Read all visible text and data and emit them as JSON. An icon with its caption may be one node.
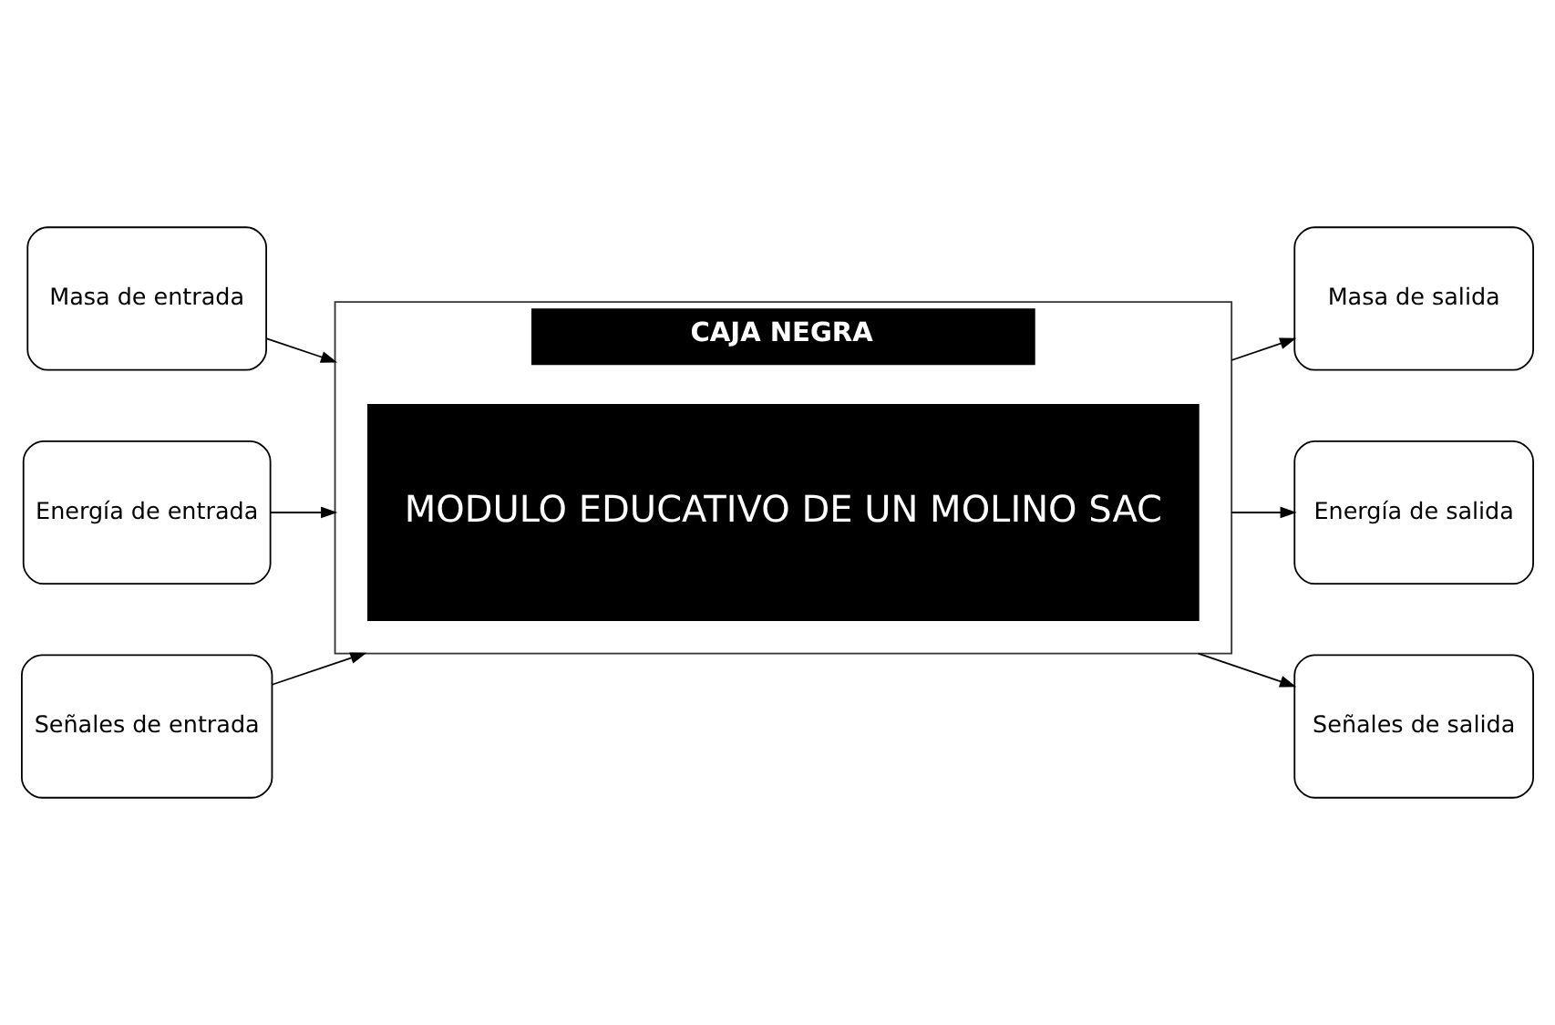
{
  "diagram": {
    "nodes": [
      {
        "text": [
          "Masa de entrada"
        ]
      },
      {
        "text": [
          "Masa de salida"
        ]
      },
      {
        "text": [
          "CAJA NEGRA"
        ]
      },
      {
        "text": [
          "MODULO EDUCATIVO DE UN MOLINO SAC"
        ],
        "in": 2
      },
      {
        "text": [
          "Energía de entrada"
        ]
      },
      {
        "text": [
          "Energía de salida"
        ]
      },
      {
        "text": [
          "Señales de entrada"
        ]
      },
      {
        "text": [
          "Señales de salida"
        ]
      }
    ],
    "edges": [
      {
        "from": 0,
        "to": 2,
        "arrow": "to"
      },
      {
        "from": 4,
        "to": 2,
        "arrow": "to"
      },
      {
        "from": 6,
        "to": 2,
        "arrow": "to"
      },
      {
        "from": 2,
        "to": 1,
        "arrow": "to"
      },
      {
        "from": 2,
        "to": 5,
        "arrow": "to"
      },
      {
        "from": 2,
        "to": 7,
        "arrow": "to"
      }
    ]
  }
}
